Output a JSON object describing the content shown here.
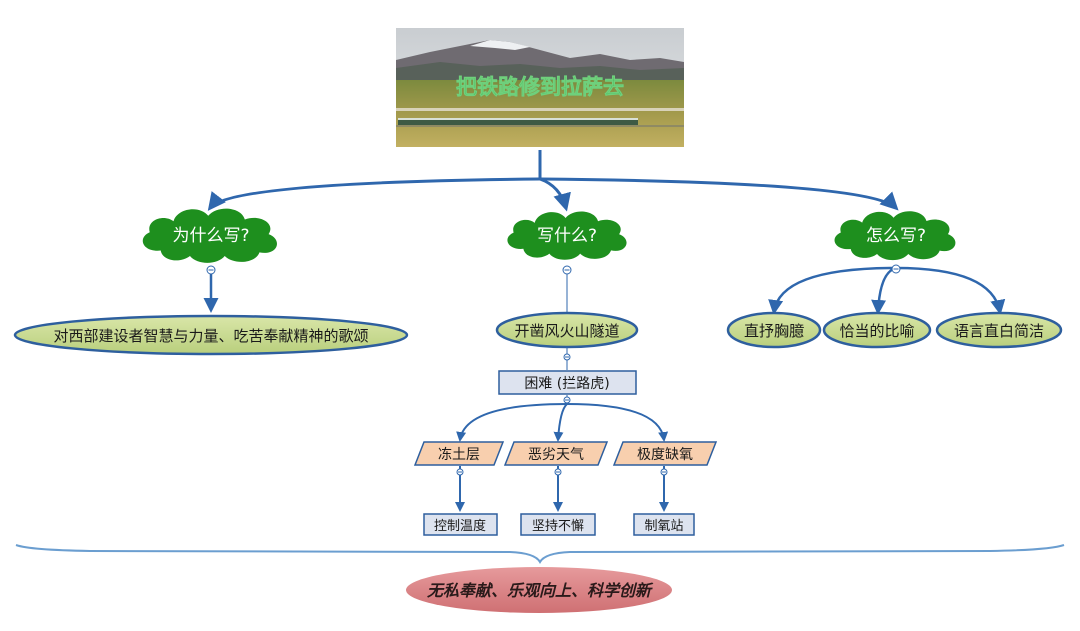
{
  "title": {
    "text": "把铁路修到拉萨去"
  },
  "questions": {
    "why": "为什么写?",
    "what": "写什么?",
    "how": "怎么写?"
  },
  "answers": {
    "theme": "对西部建设者智慧与力量、吃苦奉献精神的歌颂",
    "event": "开凿风火山隧道",
    "style1": "直抒胸臆",
    "style2": "恰当的比喻",
    "style3": "语言直白简洁"
  },
  "difficulty": {
    "label": "困难 (拦路虎)"
  },
  "problems": [
    "冻土层",
    "恶劣天气",
    "极度缺氧"
  ],
  "solutions": [
    "控制温度",
    "坚持不懈",
    "制氧站"
  ],
  "summary": "无私奉献、乐观向上、科学创新",
  "colors": {
    "connector": "#2f67ad",
    "cloud": "#1e8f1e",
    "oval_fill": "#cbdc96",
    "oval_stroke": "#2e5f9e",
    "box_fill": "#dde3ef",
    "para_fill": "#f8cfae",
    "summary_fill": "#d97f84"
  }
}
